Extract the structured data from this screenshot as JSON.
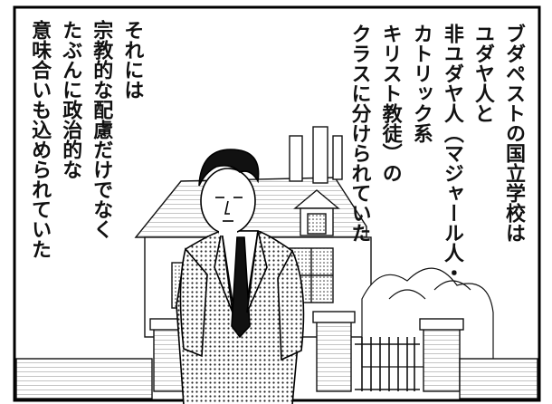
{
  "caption_right": {
    "lines": [
      "ブダペストの国立学校は",
      "ユダヤ人と",
      "非ユダヤ人（マジャール人・",
      "カトリック系",
      "キリスト教徒）の",
      "クラスに分けられていた"
    ]
  },
  "caption_left": {
    "lines": [
      "それには",
      "宗教的な配慮だけでなく",
      "たぶんに政治的な",
      "意味合いも込められていた"
    ]
  }
}
